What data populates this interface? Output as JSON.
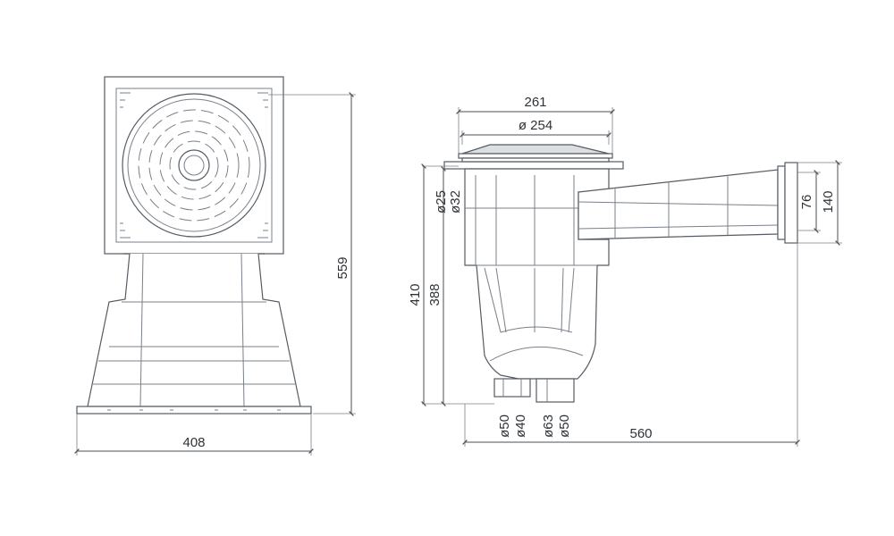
{
  "front_view": {
    "dimensions": {
      "width": "408",
      "height": "559"
    }
  },
  "side_view": {
    "dimensions": {
      "lid_width": "261",
      "lid_diameter": "ø 254",
      "height_total": "410",
      "height_body": "388",
      "inlet_small": "ø25",
      "inlet_large": "ø32",
      "outlet_a": "ø50",
      "outlet_b": "ø40",
      "outlet_c": "ø63",
      "outlet_d": "ø50",
      "length": "560",
      "flange_inner": "76",
      "flange_outer": "140"
    }
  }
}
